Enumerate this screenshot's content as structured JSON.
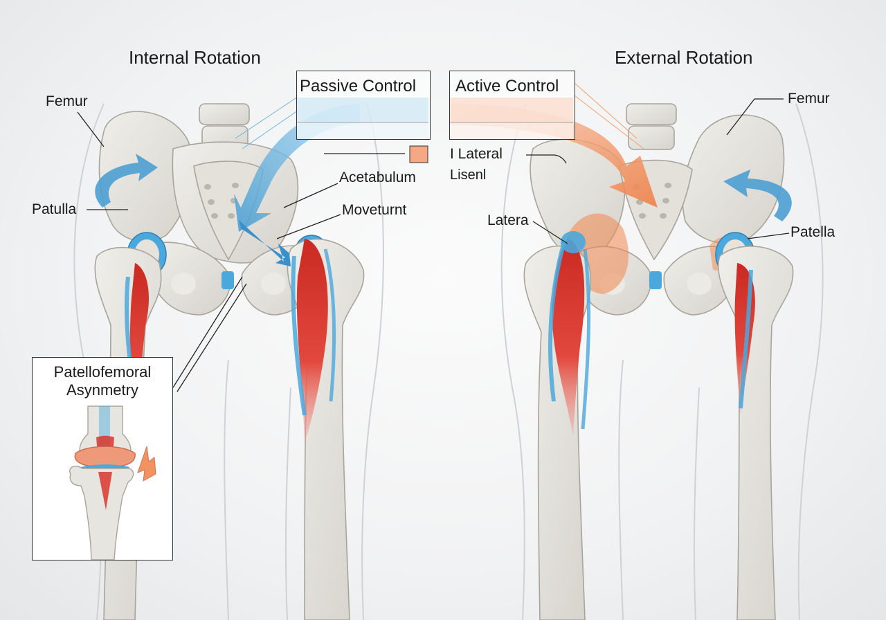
{
  "titles": {
    "left": "Internal Rotation",
    "right": "External Rotation"
  },
  "legend": {
    "passive": "Passive Control",
    "active": "Active Control",
    "lateral": "I  Lateral",
    "lisenl": "Lisenl",
    "passive_color": "#8fcbe8",
    "active_color": "#f5b08e"
  },
  "labels": {
    "femur_left": "Femur",
    "patulla": "Patulla",
    "acetabulum": "Acetabulum",
    "moveturnt": "Moveturnt",
    "latera": "Latera",
    "femur_right": "Femur",
    "patella": "Patella"
  },
  "inset": {
    "title": "Patellofemoral\nAsynmetry"
  },
  "colors": {
    "bone": "#e7e5df",
    "bone_edge": "#a7a49c",
    "muscle": "#d8362d",
    "tendon": "#4aa8dc",
    "orange": "#f0874f"
  }
}
